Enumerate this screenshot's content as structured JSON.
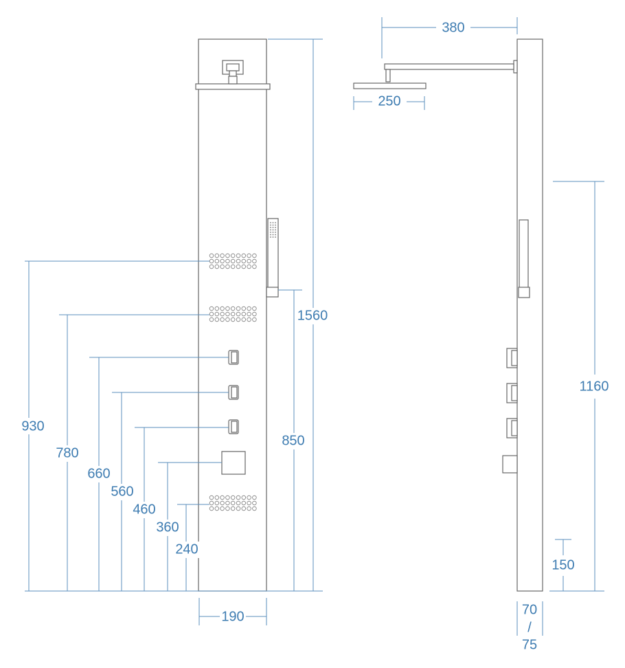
{
  "colors": {
    "dimension": "#5b8fbe",
    "label": "#3e7cb1",
    "outline": "#666666"
  },
  "front_view": {
    "height_total": "1560",
    "width": "190",
    "hand_shower_height": "850",
    "heights": [
      "930",
      "780",
      "660",
      "560",
      "460",
      "360",
      "240"
    ]
  },
  "side_view": {
    "arm_length": "380",
    "head_diameter": "250",
    "hand_shower_height": "1160",
    "bottom_height": "150",
    "depth_a": "70",
    "depth_sep": "/",
    "depth_b": "75"
  }
}
